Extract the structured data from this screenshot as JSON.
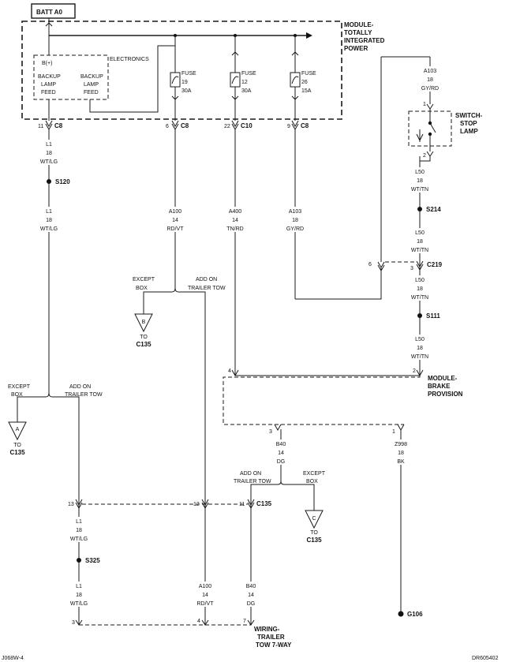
{
  "header": {
    "title": "BATT A0"
  },
  "module_tipm": {
    "name": [
      "MODULE-",
      "TOTALLY",
      "INTEGRATED",
      "POWER"
    ]
  },
  "electronics": {
    "label": "ELECTRONICS",
    "b_plus": "B(+)",
    "feed1": [
      "BACKUP",
      "LAMP",
      "FEED"
    ],
    "feed2": [
      "BACKUP",
      "LAMP",
      "FEED"
    ]
  },
  "fuses": [
    {
      "label": "FUSE",
      "num": "19",
      "amp": "30A"
    },
    {
      "label": "FUSE",
      "num": "12",
      "amp": "30A"
    },
    {
      "label": "FUSE",
      "num": "26",
      "amp": "15A"
    }
  ],
  "module_connectors": [
    {
      "pin": "11",
      "conn": "C8"
    },
    {
      "pin": "6",
      "conn": "C8"
    },
    {
      "pin": "22",
      "conn": "C10"
    },
    {
      "pin": "9",
      "conn": "C8"
    }
  ],
  "wires": {
    "l1_a": [
      "L1",
      "18",
      "WT/LG"
    ],
    "l1_b": [
      "L1",
      "18",
      "WT/LG"
    ],
    "l1_c": [
      "L1",
      "18",
      "WT/LG"
    ],
    "l1_d": [
      "L1",
      "18",
      "WT/LG"
    ],
    "a100_a": [
      "A100",
      "14",
      "RD/VT"
    ],
    "a100_b": [
      "A100",
      "14",
      "RD/VT"
    ],
    "a400": [
      "A400",
      "14",
      "TN/RD"
    ],
    "a103_a": [
      "A103",
      "18",
      "GY/RD"
    ],
    "a103_b": [
      "A103",
      "18",
      "GY/RD"
    ],
    "l50_a": [
      "L50",
      "18",
      "WT/TN"
    ],
    "l50_b": [
      "L50",
      "18",
      "WT/TN"
    ],
    "l50_c": [
      "L50",
      "18",
      "WT/TN"
    ],
    "l50_d": [
      "L50",
      "18",
      "WT/TN"
    ],
    "b40_a": [
      "B40",
      "14",
      "DG"
    ],
    "b40_b": [
      "B40",
      "14",
      "DG"
    ],
    "z998": [
      "Z998",
      "18",
      "BK"
    ]
  },
  "splices": {
    "s120": "S120",
    "s214": "S214",
    "s111": "S111",
    "s325": "S325"
  },
  "switch": {
    "name": [
      "SWITCH-",
      "STOP",
      "LAMP"
    ],
    "pin1": "1",
    "pin2": "2"
  },
  "c219": {
    "conn": "C219",
    "pin_left": "6",
    "pin_right": "3"
  },
  "module_brake": {
    "name": [
      "MODULE-",
      "BRAKE",
      "PROVISION"
    ],
    "pin4": "4",
    "pin2": "2",
    "pin3": "3",
    "pin1": "1"
  },
  "opt_a": {
    "except": [
      "EXCEPT",
      "BOX"
    ],
    "add": [
      "ADD ON",
      "TRAILER TOW"
    ],
    "flag": "A",
    "to": "TO",
    "conn": "C135"
  },
  "opt_b": {
    "except": [
      "EXCEPT",
      "BOX"
    ],
    "add": [
      "ADD ON",
      "TRAILER TOW"
    ],
    "flag": "B",
    "to": "TO",
    "conn": "C135"
  },
  "opt_c": {
    "except": [
      "EXCEPT",
      "BOX"
    ],
    "add": [
      "ADD ON",
      "TRAILER TOW"
    ],
    "flag": "C",
    "to": "TO",
    "conn": "C135"
  },
  "c135_row": {
    "pin13": "13",
    "pin12": "12",
    "pin11": "11",
    "conn": "C135"
  },
  "trailer": {
    "name": [
      "WIRING-",
      "TRAILER",
      "TOW 7-WAY"
    ],
    "pin3": "3",
    "pin4": "4",
    "pin7": "7"
  },
  "ground": {
    "label": "G106"
  },
  "footer": {
    "left": "J068W-4",
    "right": "DR605402"
  }
}
